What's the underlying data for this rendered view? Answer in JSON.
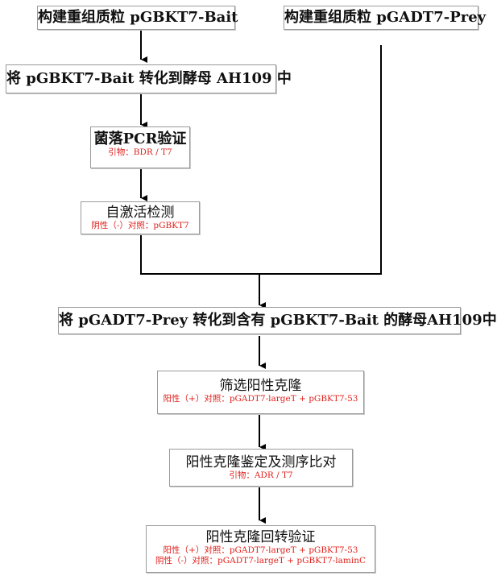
{
  "steps": {
    "build_bait": "构建重组质粒 pGBKT7-Bait",
    "build_prey": "构建重组质粒 pGADT7-Prey",
    "transform_bait": "将 pGBKT7-Bait 转化到酵母 AH109 中",
    "colony_pcr": {
      "title": "菌落PCR验证",
      "note": "引物：BDR / T7"
    },
    "autoactivation": {
      "title": "自激活检测",
      "note": "阴性（-）对照：pGBKT7"
    },
    "transform_prey": "将 pGADT7-Prey 转化到含有 pGBKT7-Bait 的酵母AH109中",
    "screen": {
      "title": "筛选阳性克隆",
      "note": "阳性（+）对照：pGADT7-largeT + pGBKT7-53"
    },
    "identify": {
      "title": "阳性克隆鉴定及测序比对",
      "note": "引物：ADR / T7"
    },
    "retransform": {
      "title": "阳性克隆回转验证",
      "note1": "阳性（+）对照：pGADT7-largeT + pGBKT7-53",
      "note2": "阴性（-）对照：pGADT7-largeT + pGBKT7-laminC"
    }
  },
  "colors": {
    "note_red": "#e0201b",
    "line": "#000000",
    "border": "#9a9a9a"
  }
}
